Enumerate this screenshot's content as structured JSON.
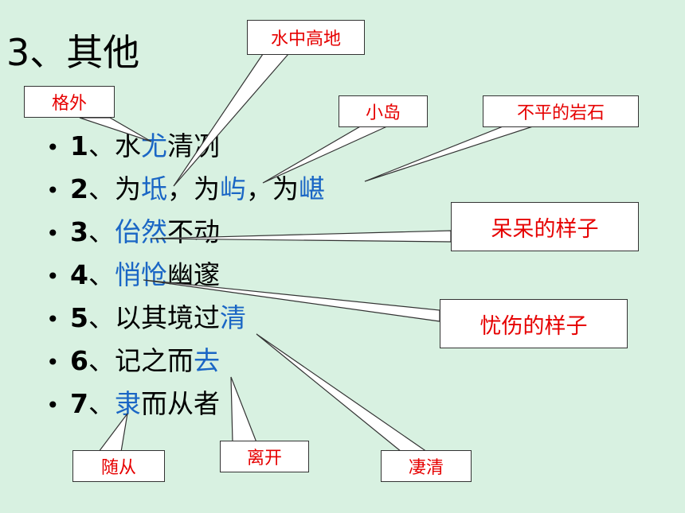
{
  "title": "3、其他",
  "items": [
    {
      "num": "1",
      "parts": [
        {
          "t": "、水",
          "h": false
        },
        {
          "t": "尤",
          "h": true
        },
        {
          "t": "清冽",
          "h": false
        }
      ]
    },
    {
      "num": "2",
      "parts": [
        {
          "t": "、为",
          "h": false
        },
        {
          "t": "坻",
          "h": true
        },
        {
          "t": "，为",
          "h": false
        },
        {
          "t": "屿",
          "h": true
        },
        {
          "t": "，为",
          "h": false
        },
        {
          "t": "嵁",
          "h": true
        }
      ]
    },
    {
      "num": "3",
      "parts": [
        {
          "t": "、",
          "h": false
        },
        {
          "t": "佁然",
          "h": true
        },
        {
          "t": "不动",
          "h": false
        }
      ]
    },
    {
      "num": "4",
      "parts": [
        {
          "t": "、",
          "h": false
        },
        {
          "t": "悄怆",
          "h": true
        },
        {
          "t": "幽邃",
          "h": false
        }
      ]
    },
    {
      "num": "5",
      "parts": [
        {
          "t": "、以其境过",
          "h": false
        },
        {
          "t": "清",
          "h": true
        }
      ]
    },
    {
      "num": "6",
      "parts": [
        {
          "t": "、记之而",
          "h": false
        },
        {
          "t": "去",
          "h": true
        }
      ]
    },
    {
      "num": "7",
      "parts": [
        {
          "t": "、",
          "h": false
        },
        {
          "t": "隶",
          "h": true
        },
        {
          "t": "而从者",
          "h": false
        }
      ]
    }
  ],
  "callouts": {
    "geway": "格外",
    "shuizhong": "水中高地",
    "xiaodao": "小岛",
    "buping": "不平的岩石",
    "daidai": "呆呆的样子",
    "youshang": "忧伤的样子",
    "suicong": "随从",
    "likai": "离开",
    "qiqing": "凄清"
  },
  "colors": {
    "background": "#d8f1e1",
    "highlight": "#1a66c5",
    "callout_text": "#e60000"
  }
}
